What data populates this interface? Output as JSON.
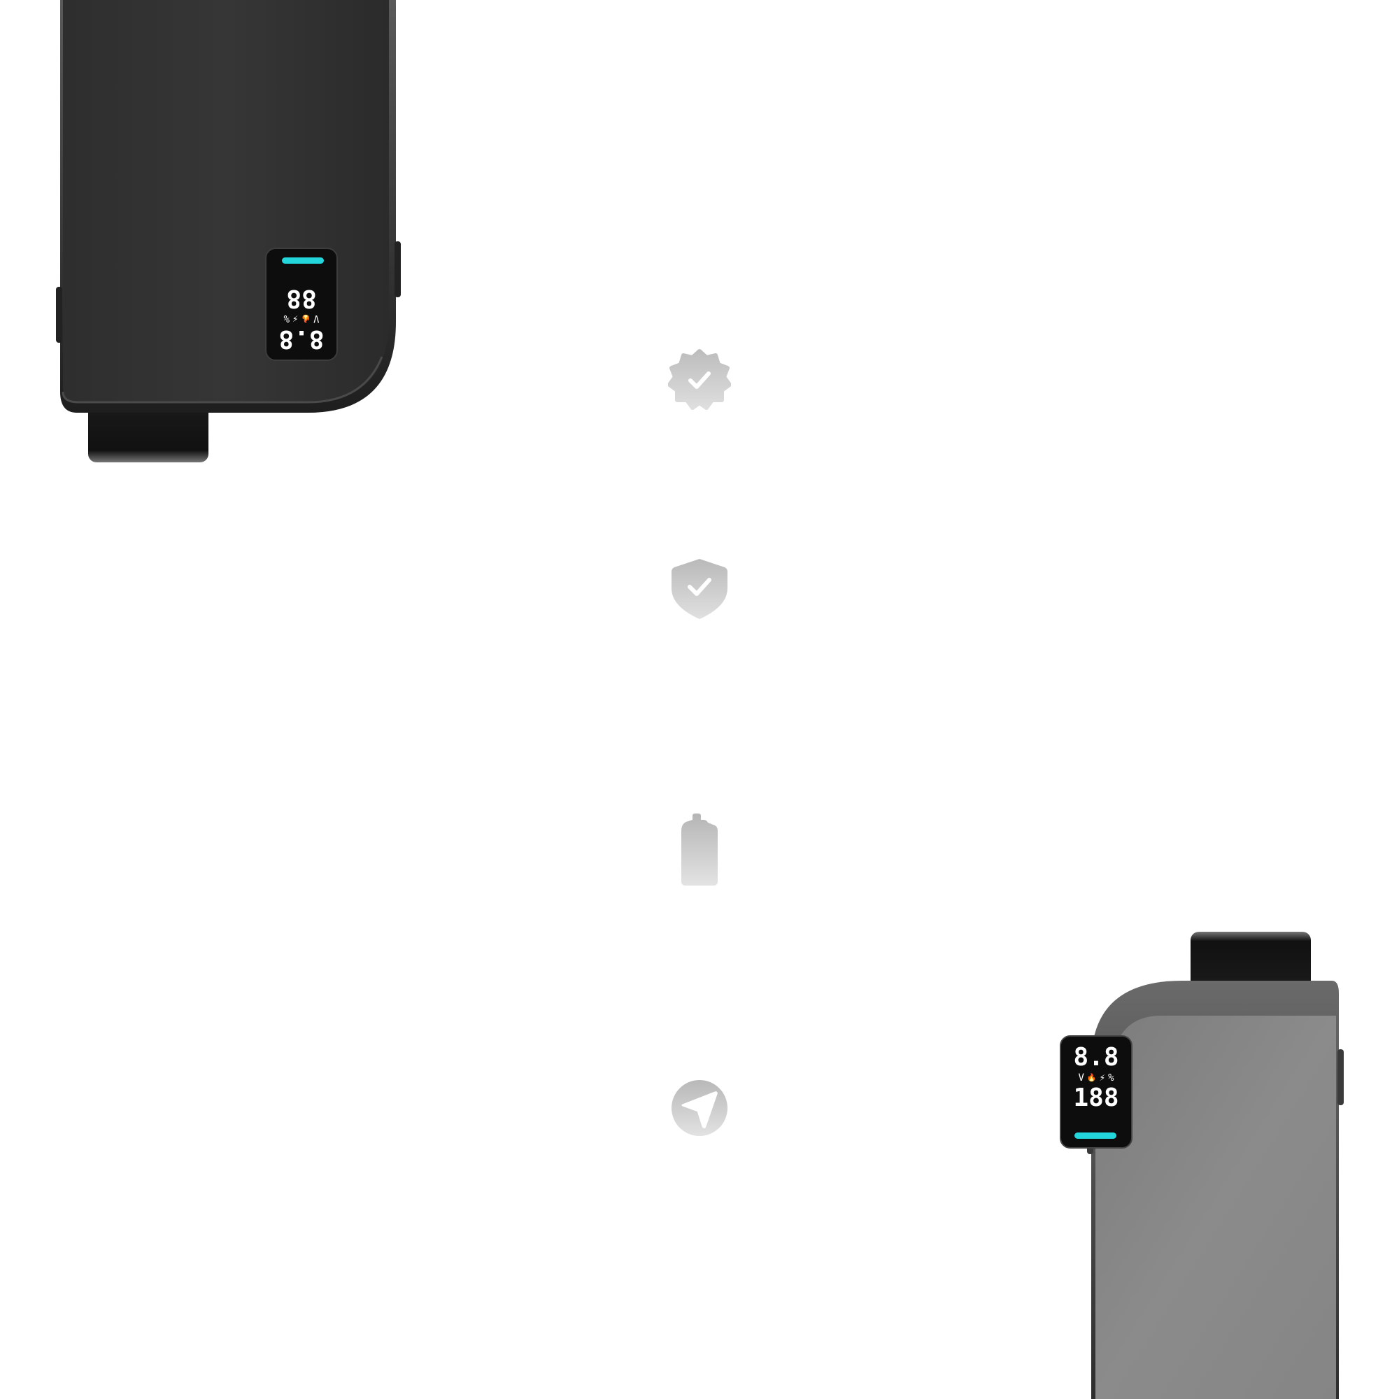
{
  "devices": [
    {
      "id": "device-dark-top",
      "body_color": "#353535",
      "orientation": "upside-down",
      "screen": {
        "line1": "88",
        "indicators": [
          "%",
          "⚡",
          "🔥",
          "V"
        ],
        "line2": "8.8",
        "indicator_color": "#22d6dc"
      }
    },
    {
      "id": "device-gray-bottom",
      "body_color": "#8a8a8a",
      "orientation": "upright",
      "screen": {
        "line1": "8.8",
        "indicators": [
          "V",
          "🔥",
          "⚡",
          "%"
        ],
        "line2": "188",
        "indicator_color": "#22d6dc"
      }
    }
  ],
  "icons": [
    {
      "name": "verified-badge-icon"
    },
    {
      "name": "shield-check-icon"
    },
    {
      "name": "bottle-icon"
    },
    {
      "name": "location-arrow-icon"
    }
  ],
  "colors": {
    "background": "#ffffff",
    "icon_gray": "#c8c8c8"
  }
}
